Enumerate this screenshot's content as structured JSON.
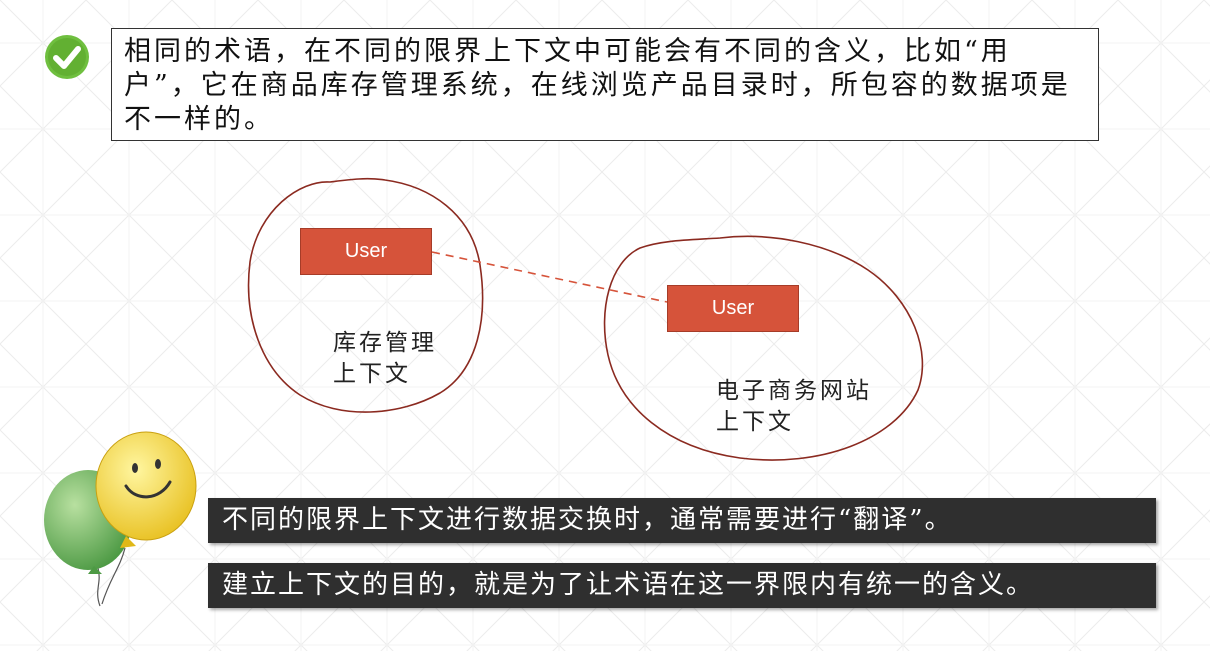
{
  "intro": {
    "text": "相同的术语，在不同的限界上下文中可能会有不同的含义，比如“用户”，它在商品库存管理系统，在线浏览产品目录时，所包容的数据项是不一样的。"
  },
  "diagram": {
    "left_context": {
      "entity_label": "User",
      "label_line1": "库存管理",
      "label_line2": "上下文"
    },
    "right_context": {
      "entity_label": "User",
      "label_line1": "电子商务网站",
      "label_line2": "上下文"
    },
    "colors": {
      "entity_fill": "#d6533a",
      "outline": "#8b2a20",
      "connector": "#d6533a"
    }
  },
  "notes": [
    {
      "text": "不同的限界上下文进行数据交换时，通常需要进行“翻译”。"
    },
    {
      "text": "建立上下文的目的，就是为了让术语在这一界限内有统一的含义。"
    }
  ],
  "icons": {
    "check": "check-circle-icon",
    "balloons": "balloons-icon"
  }
}
